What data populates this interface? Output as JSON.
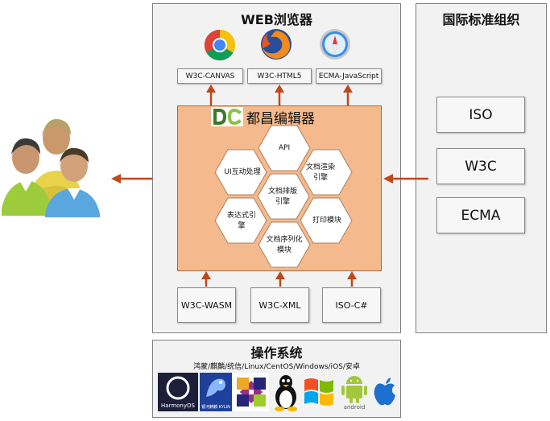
{
  "browser_panel": {
    "title": "WEB浏览器",
    "browsers": [
      {
        "icon": "chrome-icon",
        "label": "W3C-CANVAS"
      },
      {
        "icon": "firefox-icon",
        "label": "W3C-HTML5"
      },
      {
        "icon": "safari-icon",
        "label": "ECMA-JavaScript"
      }
    ]
  },
  "editor": {
    "logo_text": "DC",
    "title": "都昌编辑器",
    "modules": [
      {
        "id": "api",
        "label": "API"
      },
      {
        "id": "ui",
        "label": "UI互动处理"
      },
      {
        "id": "render",
        "label": "文档渲染引擎"
      },
      {
        "id": "layout",
        "label": "文档排版引擎"
      },
      {
        "id": "expr",
        "label": "表达式引擎"
      },
      {
        "id": "print",
        "label": "打印模块"
      },
      {
        "id": "serial",
        "label": "文档序列化模块"
      }
    ]
  },
  "foundations": [
    {
      "label": "W3C-WASM"
    },
    {
      "label": "W3C-XML"
    },
    {
      "label": "ISO-C#"
    }
  ],
  "standards_panel": {
    "title": "国际标准组织",
    "items": [
      "ISO",
      "W3C",
      "ECMA"
    ]
  },
  "os_panel": {
    "title": "操作系统",
    "subtitle": "鸿蒙/麒麟/统信/Linux/CentOS/Windows/iOS/安卓",
    "logos": [
      {
        "icon": "harmonyos-icon",
        "text": "HarmonyOS"
      },
      {
        "icon": "kylin-icon",
        "text": "银河麒麟 KYLIN"
      },
      {
        "icon": "centos-icon",
        "text": ""
      },
      {
        "icon": "linux-tux-icon",
        "text": ""
      },
      {
        "icon": "windows-icon",
        "text": ""
      },
      {
        "icon": "android-icon",
        "text": "android"
      },
      {
        "icon": "apple-icon",
        "text": ""
      }
    ]
  },
  "colors": {
    "arrow": "#c0471b",
    "editor_fill": "#f4b98c",
    "hex_fill": "#ffffff",
    "panel_fill": "#f2f2f2"
  }
}
